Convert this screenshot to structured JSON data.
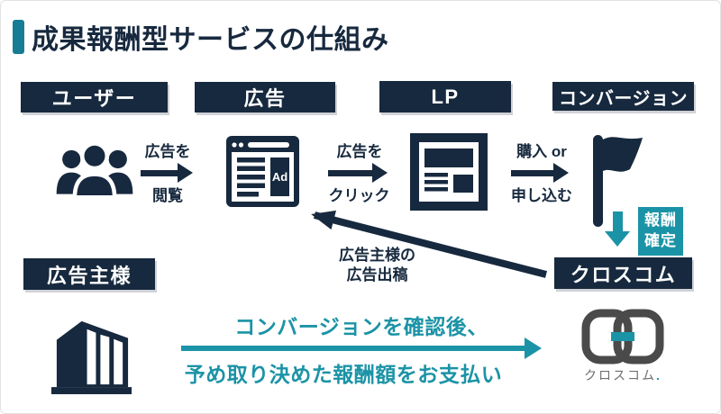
{
  "colors": {
    "navy": "#17293E",
    "teal": "#1B93A6",
    "accent_teal": "#177D94",
    "logo_gray": "#4A4A4A"
  },
  "title": {
    "text": "成果報酬型サービスの仕組み"
  },
  "headers": {
    "user": "ユーザー",
    "ad": "広告",
    "lp": "LP",
    "conversion": "コンバージョン"
  },
  "flow": {
    "arrow_view": {
      "top": "広告を",
      "bottom": "閲覧"
    },
    "arrow_click": {
      "top": "広告を",
      "bottom": "クリック"
    },
    "arrow_purchase": {
      "top": "購入 or",
      "bottom": "申し込む"
    },
    "ad_icon_label": "Ad",
    "reward_badge": {
      "line1": "報酬",
      "line2": "確定"
    },
    "crosscom_box": "クロスコム",
    "advertiser_box": "広告主様",
    "ad_submission": {
      "line1": "広告主様の",
      "line2": "広告出稿"
    }
  },
  "payment": {
    "line1": "コンバージョンを確認後、",
    "line2": "予め取り決めた報酬額をお支払い"
  },
  "logo": {
    "text": "クロスコム",
    "period": "."
  }
}
